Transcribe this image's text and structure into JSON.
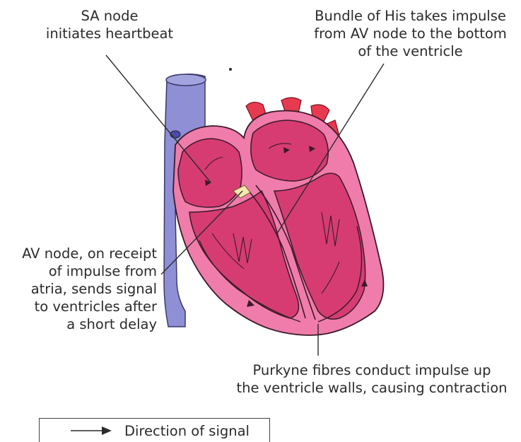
{
  "labels": {
    "sa_line1": "SA node",
    "sa_line2": "initiates heartbeat",
    "his_line1": "Bundle of His takes impulse",
    "his_line2": "from AV node to the bottom",
    "his_line3": "of the ventricle",
    "av_line1": "AV node, on receipt",
    "av_line2": "of impulse from",
    "av_line3": "atria, sends signal",
    "av_line4": "to ventricles after",
    "av_line5": "a short delay",
    "purkyne_line1": "Purkyne fibres conduct impulse up",
    "purkyne_line2": "the ventricle walls, causing contraction"
  },
  "legend": {
    "text": "Direction of signal"
  },
  "colors": {
    "vein": "#8f8fd6",
    "heart_outer": "#f07cab",
    "chamber": "#d63c72",
    "chamber_dark": "#b8285c",
    "vessel_red": "#e83a4e",
    "av_node": "#f5e9b0",
    "sa_node": "#4a4ab0"
  }
}
